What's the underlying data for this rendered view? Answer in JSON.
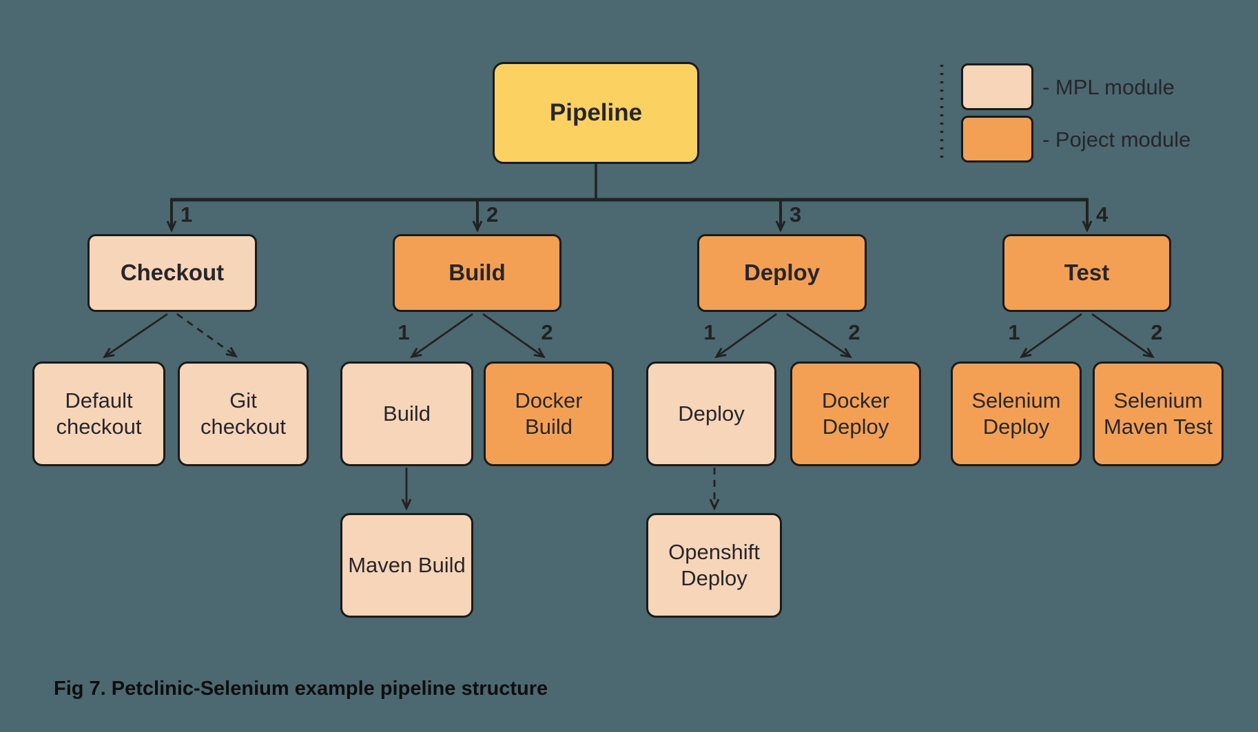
{
  "colors": {
    "background": "#4C6870",
    "node_yellow": "#FBD162",
    "node_light": "#F7D5B8",
    "node_orange": "#F3A055",
    "border": "#1A1A1A",
    "line": "#222222",
    "text": "#26262B",
    "caption_text": "#0E0E0E"
  },
  "nodes": {
    "pipeline": "Pipeline",
    "checkout": "Checkout",
    "build": "Build",
    "deploy": "Deploy",
    "test": "Test",
    "default_checkout": "Default checkout",
    "git_checkout": "Git checkout",
    "build_child": "Build",
    "docker_build": "Docker Build",
    "deploy_child": "Deploy",
    "docker_deploy": "Docker Deploy",
    "selenium_deploy": "Selenium Deploy",
    "selenium_maven_test": "Selenium Maven Test",
    "maven_build": "Maven Build",
    "openshift_deploy": "Openshift Deploy"
  },
  "numbers": {
    "top": [
      "1",
      "2",
      "3",
      "4"
    ],
    "build": [
      "1",
      "2"
    ],
    "deploy": [
      "1",
      "2"
    ],
    "test": [
      "1",
      "2"
    ]
  },
  "legend": {
    "items": [
      {
        "label": "- MPL module",
        "swatch": "light"
      },
      {
        "label": "- Poject module",
        "swatch": "orange"
      }
    ]
  },
  "caption": "Fig 7. Petclinic-Selenium example pipeline structure"
}
